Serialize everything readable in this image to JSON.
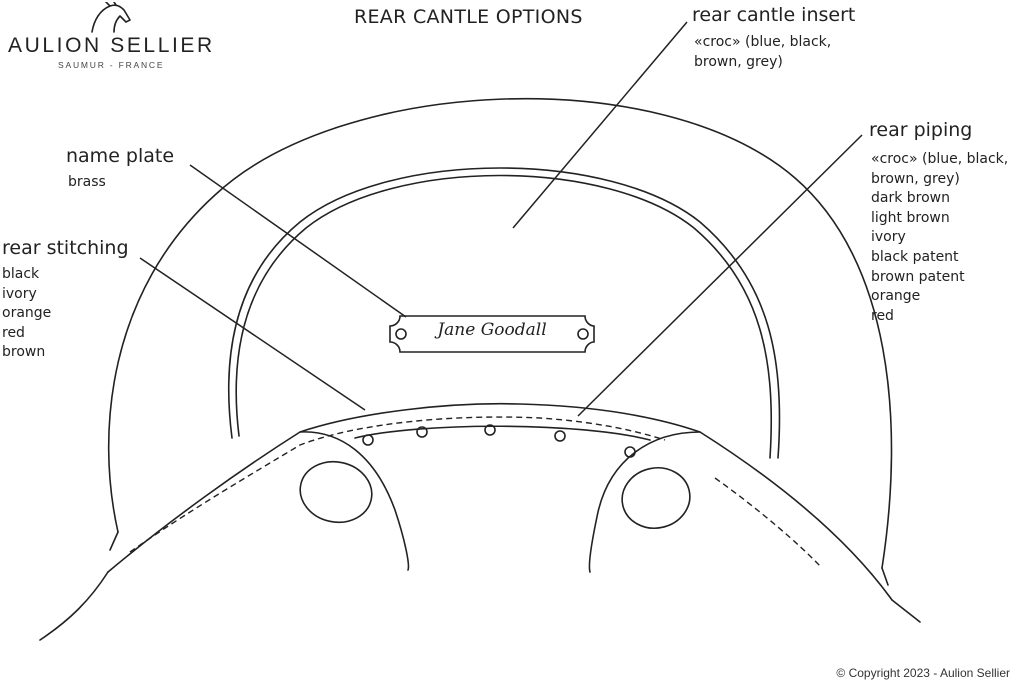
{
  "brand": {
    "name": "AULION SELLIER",
    "location": "SAUMUR - FRANCE",
    "logo_icon": "horse-head-logo"
  },
  "title": "REAR CANTLE OPTIONS",
  "name_plate": {
    "heading": "name plate",
    "options": [
      "brass"
    ],
    "engraving": "Jane Goodall"
  },
  "rear_cantle_insert": {
    "heading": "rear cantle insert",
    "options": [
      "«croc» (blue, black,",
      "brown, grey)"
    ]
  },
  "rear_stitching": {
    "heading": "rear stitching",
    "options": [
      "black",
      "ivory",
      "orange",
      "red",
      "brown"
    ]
  },
  "rear_piping": {
    "heading": "rear piping",
    "options": [
      "«croc» (blue, black,",
      "brown, grey)",
      "dark brown",
      "light brown",
      "ivory",
      "black patent",
      "brown patent",
      "orange",
      "red"
    ]
  },
  "copyright": "© Copyright 2023 - Aulion Sellier"
}
